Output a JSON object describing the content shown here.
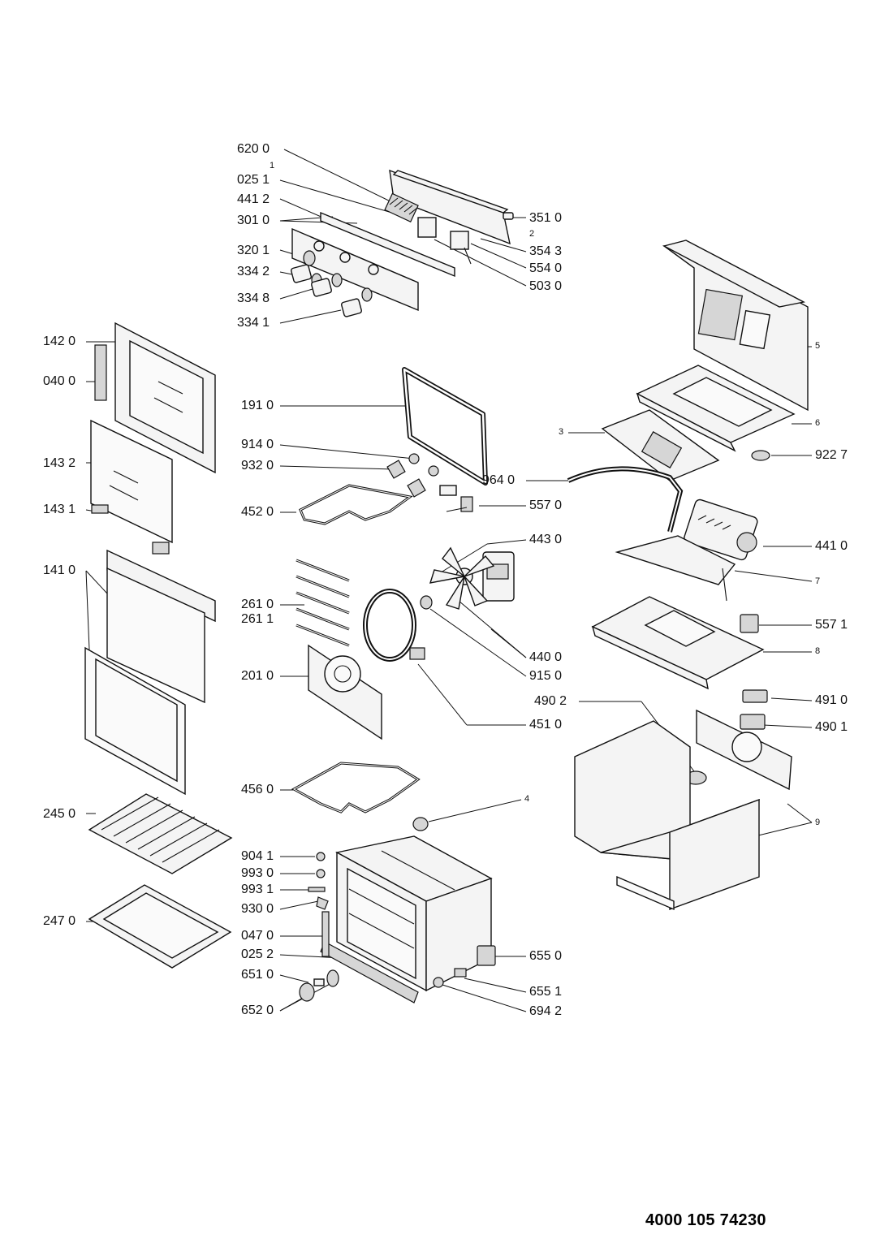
{
  "document": {
    "number": "4000 105 74230"
  },
  "labels": {
    "l620_0": "620 0",
    "l1": "1",
    "l025_1": "025 1",
    "l441_2": "441 2",
    "l301_0": "301 0",
    "l320_1": "320 1",
    "l334_2": "334 2",
    "l334_8": "334 8",
    "l334_1": "334 1",
    "l351_0": "351 0",
    "l2": "2",
    "l354_3": "354 3",
    "l554_0": "554 0",
    "l503_0": "503 0",
    "l142_0": "142 0",
    "l040_0": "040 0",
    "l143_2": "143 2",
    "l143_1": "143 1",
    "l141_0": "141 0",
    "l245_0": "245 0",
    "l247_0": "247 0",
    "l191_0": "191 0",
    "l914_0": "914 0",
    "l932_0": "932 0",
    "l452_0": "452 0",
    "l557_0": "557 0",
    "l443_0": "443 0",
    "l261_0": "261 0",
    "l261_1": "261 1",
    "l201_0": "201 0",
    "l440_0": "440 0",
    "l915_0": "915 0",
    "l451_0": "451 0",
    "l456_0": "456 0",
    "l4": "4",
    "l904_1": "904 1",
    "l993_0": "993 0",
    "l993_1": "993 1",
    "l930_0": "930 0",
    "l047_0": "047 0",
    "l025_2": "025 2",
    "l651_0": "651 0",
    "l652_0": "652 0",
    "l655_0": "655 0",
    "l655_1": "655 1",
    "l694_2": "694 2",
    "l5": "5",
    "l6": "6",
    "l3": "3",
    "l922_7": "922 7",
    "l964_0": "964 0",
    "l441_0": "441 0",
    "l7": "7",
    "l557_1": "557 1",
    "l8": "8",
    "l490_2": "490 2",
    "l491_0": "491 0",
    "l490_1": "490 1",
    "l9": "9"
  }
}
